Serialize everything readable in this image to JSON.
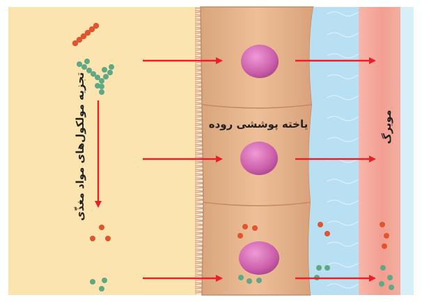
{
  "labels": {
    "cell": "یاخته پوششی روده",
    "digestion": "تجزیه مولکول‌های مواد مغذّی",
    "capillary": "مویرگ"
  },
  "colors": {
    "lumen": "#fbe4b0",
    "cell": "#e9b48a",
    "nucleus": "#d76fb8",
    "fluid": "#b9e0f2",
    "capillary": "#f4aca0",
    "arrow": "#e8202a",
    "particle_red": "#e0552e",
    "particle_green": "#5fa886"
  }
}
